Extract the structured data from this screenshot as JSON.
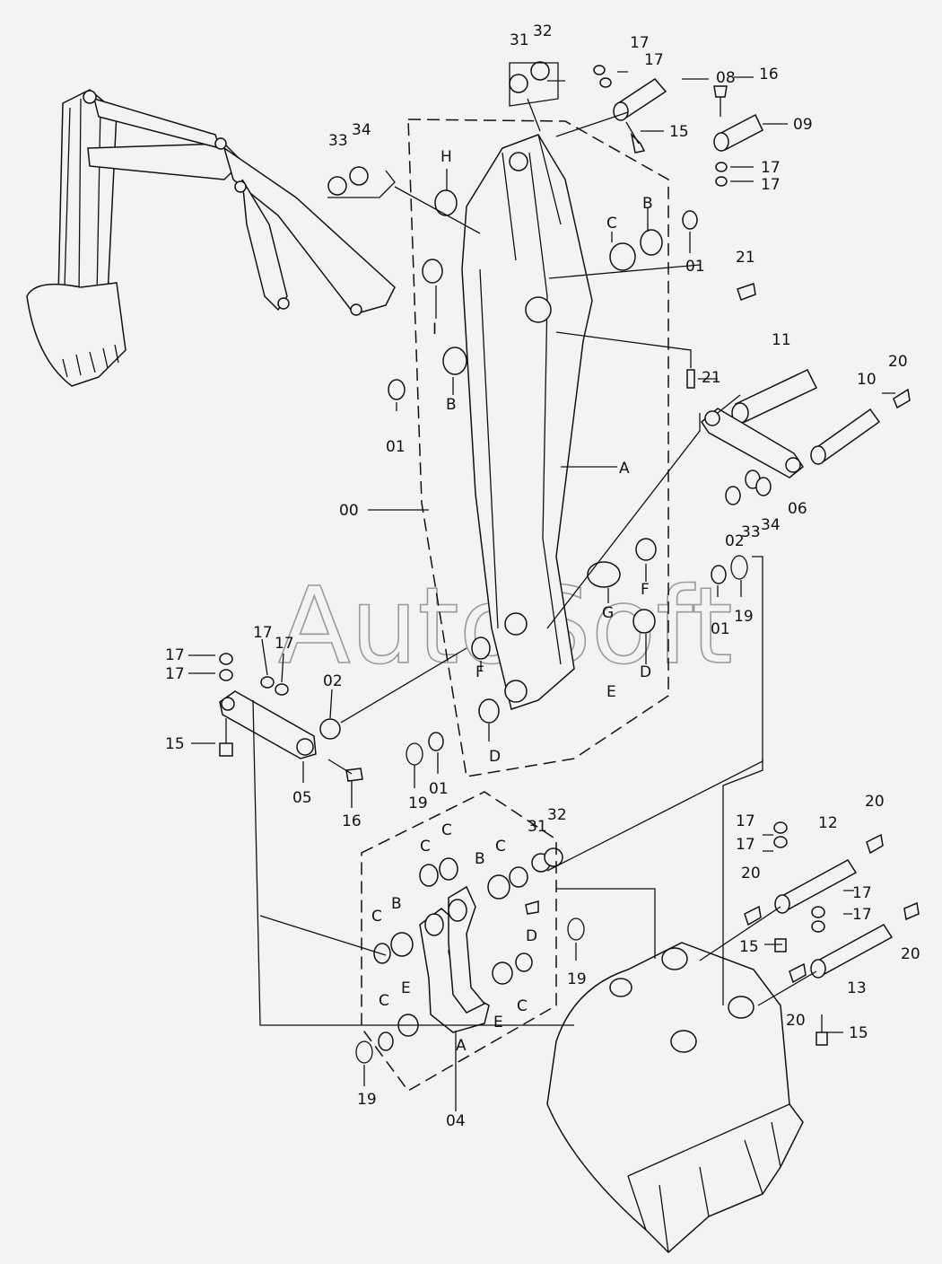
{
  "watermark": "AutoSoft",
  "labels": [
    {
      "id": "31",
      "text": "31"
    },
    {
      "id": "32",
      "text": "32"
    },
    {
      "id": "17a",
      "text": "17"
    },
    {
      "id": "17b",
      "text": "17"
    },
    {
      "id": "08",
      "text": "08"
    },
    {
      "id": "16a",
      "text": "16"
    },
    {
      "id": "15a",
      "text": "15"
    },
    {
      "id": "09",
      "text": "09"
    },
    {
      "id": "17c",
      "text": "17"
    },
    {
      "id": "17d",
      "text": "17"
    },
    {
      "id": "33a",
      "text": "33"
    },
    {
      "id": "34a",
      "text": "34"
    },
    {
      "id": "H",
      "text": "H"
    },
    {
      "id": "B1",
      "text": "B"
    },
    {
      "id": "C1",
      "text": "C"
    },
    {
      "id": "01a",
      "text": "01"
    },
    {
      "id": "21a",
      "text": "21"
    },
    {
      "id": "I",
      "text": "I"
    },
    {
      "id": "21b",
      "text": "21"
    },
    {
      "id": "B2",
      "text": "B"
    },
    {
      "id": "01b",
      "text": "01"
    },
    {
      "id": "11",
      "text": "11"
    },
    {
      "id": "20a",
      "text": "20"
    },
    {
      "id": "10",
      "text": "10"
    },
    {
      "id": "A1",
      "text": "A"
    },
    {
      "id": "00",
      "text": "00"
    },
    {
      "id": "06",
      "text": "06"
    },
    {
      "id": "02a",
      "text": "02"
    },
    {
      "id": "33b",
      "text": "33"
    },
    {
      "id": "34b",
      "text": "34"
    },
    {
      "id": "F1",
      "text": "F"
    },
    {
      "id": "G",
      "text": "G"
    },
    {
      "id": "19a",
      "text": "19"
    },
    {
      "id": "01c",
      "text": "01"
    },
    {
      "id": "F2",
      "text": "F"
    },
    {
      "id": "D1",
      "text": "D"
    },
    {
      "id": "E1",
      "text": "E"
    },
    {
      "id": "17e",
      "text": "17"
    },
    {
      "id": "17f",
      "text": "17"
    },
    {
      "id": "17g",
      "text": "17"
    },
    {
      "id": "17h",
      "text": "17"
    },
    {
      "id": "02b",
      "text": "02"
    },
    {
      "id": "15b",
      "text": "15"
    },
    {
      "id": "05",
      "text": "05"
    },
    {
      "id": "16b",
      "text": "16"
    },
    {
      "id": "D2",
      "text": "D"
    },
    {
      "id": "19b",
      "text": "19"
    },
    {
      "id": "01d",
      "text": "01"
    },
    {
      "id": "31b",
      "text": "31"
    },
    {
      "id": "32b",
      "text": "32"
    },
    {
      "id": "C2",
      "text": "C"
    },
    {
      "id": "C3",
      "text": "C"
    },
    {
      "id": "B3",
      "text": "B"
    },
    {
      "id": "C4",
      "text": "C"
    },
    {
      "id": "B4",
      "text": "B"
    },
    {
      "id": "C5",
      "text": "C"
    },
    {
      "id": "D3",
      "text": "D"
    },
    {
      "id": "19c",
      "text": "19"
    },
    {
      "id": "E2",
      "text": "E"
    },
    {
      "id": "C6",
      "text": "C"
    },
    {
      "id": "E3",
      "text": "E"
    },
    {
      "id": "C7",
      "text": "C"
    },
    {
      "id": "A2",
      "text": "A"
    },
    {
      "id": "19d",
      "text": "19"
    },
    {
      "id": "04",
      "text": "04"
    },
    {
      "id": "17i",
      "text": "17"
    },
    {
      "id": "17j",
      "text": "17"
    },
    {
      "id": "12",
      "text": "12"
    },
    {
      "id": "20b",
      "text": "20"
    },
    {
      "id": "20c",
      "text": "20"
    },
    {
      "id": "17k",
      "text": "17"
    },
    {
      "id": "17l",
      "text": "17"
    },
    {
      "id": "15c",
      "text": "15"
    },
    {
      "id": "13",
      "text": "13"
    },
    {
      "id": "20d",
      "text": "20"
    },
    {
      "id": "20e",
      "text": "20"
    },
    {
      "id": "15d",
      "text": "15"
    }
  ]
}
